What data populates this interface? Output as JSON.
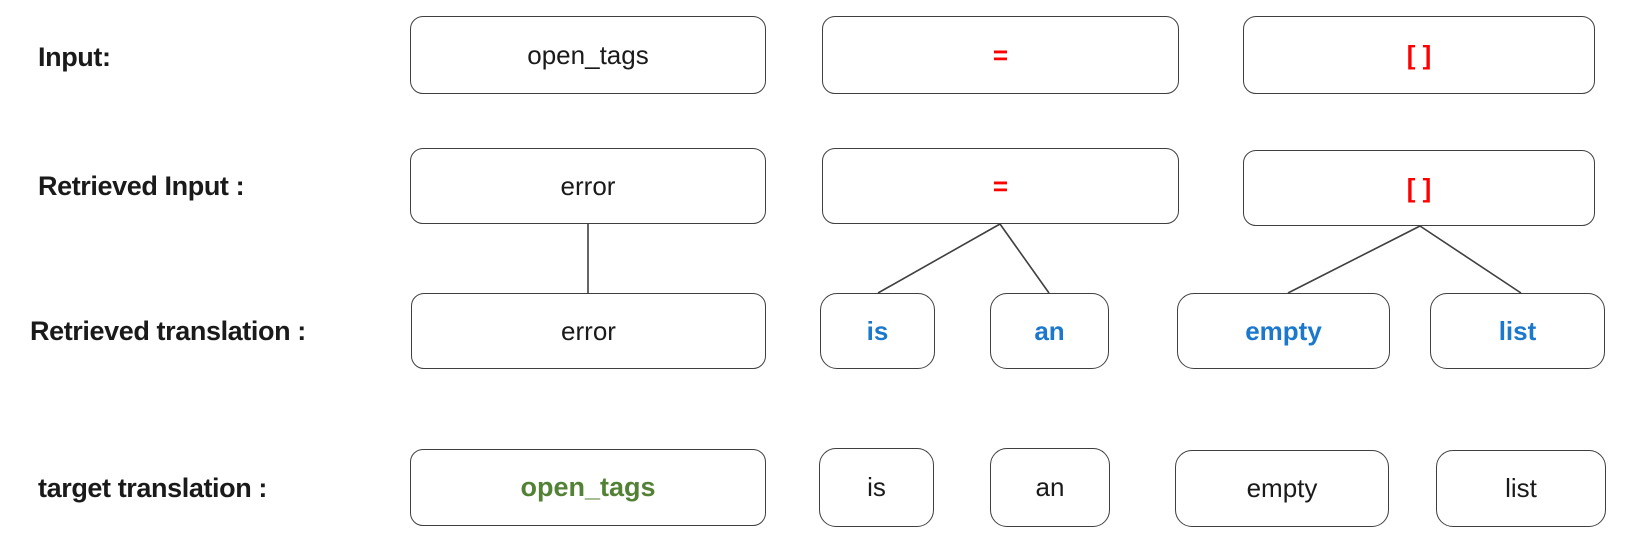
{
  "colors": {
    "red": "#ff0000",
    "blue": "#1b78cd",
    "green": "#538135",
    "text": "#1a1a1a",
    "box_border": "#3f3f3f",
    "connector_line": "#3f3f3f"
  },
  "rows": [
    {
      "name": "input",
      "label": "Input:",
      "boxes": [
        {
          "text": "open_tags",
          "color": "black"
        },
        {
          "text": "=",
          "color": "red"
        },
        {
          "text": "[ ]",
          "color": "red"
        }
      ]
    },
    {
      "name": "retrieved-input",
      "label": "Retrieved Input :",
      "boxes": [
        {
          "text": "error",
          "color": "black"
        },
        {
          "text": "=",
          "color": "red"
        },
        {
          "text": "[ ]",
          "color": "red"
        }
      ]
    },
    {
      "name": "retrieved-translation",
      "label": "Retrieved translation :",
      "boxes": [
        {
          "text": "error",
          "color": "black"
        },
        {
          "text": "is",
          "color": "blue"
        },
        {
          "text": "an",
          "color": "blue"
        },
        {
          "text": "empty",
          "color": "blue"
        },
        {
          "text": "list",
          "color": "blue"
        }
      ]
    },
    {
      "name": "target-translation",
      "label": "target translation :",
      "boxes": [
        {
          "text": "open_tags",
          "color": "green"
        },
        {
          "text": "is",
          "color": "black"
        },
        {
          "text": "an",
          "color": "black"
        },
        {
          "text": "empty",
          "color": "black"
        },
        {
          "text": "list",
          "color": "black"
        }
      ]
    }
  ],
  "connectors": [
    {
      "from": "retrieved-input / error",
      "to": "retrieved-translation / error"
    },
    {
      "from": "retrieved-input / =",
      "to": "retrieved-translation / is"
    },
    {
      "from": "retrieved-input / =",
      "to": "retrieved-translation / an"
    },
    {
      "from": "retrieved-input / [ ]",
      "to": "retrieved-translation / empty"
    },
    {
      "from": "retrieved-input / [ ]",
      "to": "retrieved-translation / list"
    }
  ]
}
